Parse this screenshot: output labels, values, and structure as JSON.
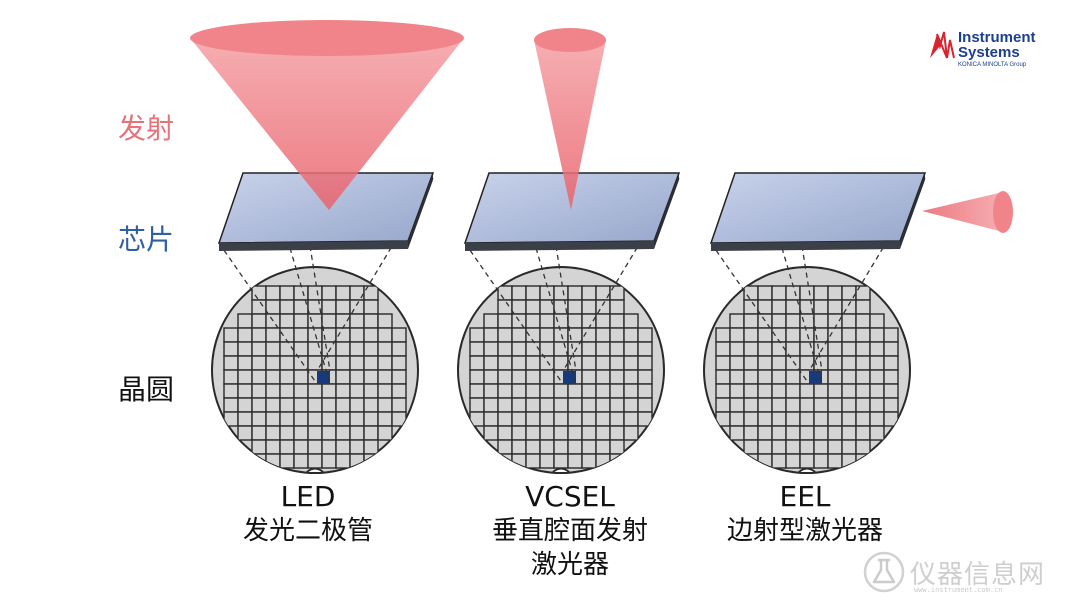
{
  "labels": {
    "emission": "发射",
    "chip": "芯片",
    "wafer": "晶圆"
  },
  "colors": {
    "emission": "#e8727a",
    "chip": "#2f5fa4",
    "wafer_fill": "#d4d4d4",
    "die_highlight": "#173a7a",
    "logo_blue": "#1d3f8f",
    "logo_red": "#d9232e"
  },
  "devices": [
    {
      "acronym": "LED",
      "line1": "发光二极管",
      "line2": "",
      "emission_pattern": "wide-cone-up"
    },
    {
      "acronym": "VCSEL",
      "line1": "垂直腔面发射",
      "line2": "激光器",
      "emission_pattern": "narrow-cone-up"
    },
    {
      "acronym": "EEL",
      "line1": "边射型激光器",
      "line2": "",
      "emission_pattern": "edge-cone-right"
    }
  ],
  "logo": {
    "line1": "Instrument",
    "line2": "Systems",
    "sub": "KONICA MINOLTA Group",
    "icon": "instrument-systems-logo-icon"
  },
  "watermark": {
    "text": "仪器信息网",
    "url": "www.instrument.com.cn",
    "icon": "flask-watermark-icon"
  }
}
